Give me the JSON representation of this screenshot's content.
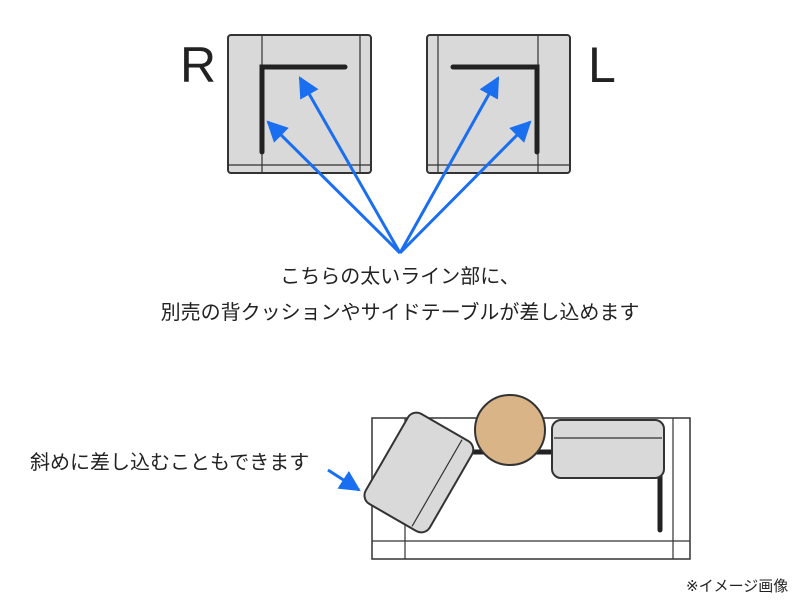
{
  "labels": {
    "right_module": "R",
    "left_module": "L",
    "caption_line1": "こちらの太いライン部に、",
    "caption_line2": "別売の背クッションやサイドテーブルが差し込めます",
    "diagonal_note": "斜めに差し込むこともできます",
    "image_note": "※イメージ画像"
  },
  "colors": {
    "module_fill": "#d9d9d9",
    "module_stroke": "#333333",
    "slot_line": "#222222",
    "arrow": "#1a6ef0",
    "table_fill": "#d8b486"
  }
}
